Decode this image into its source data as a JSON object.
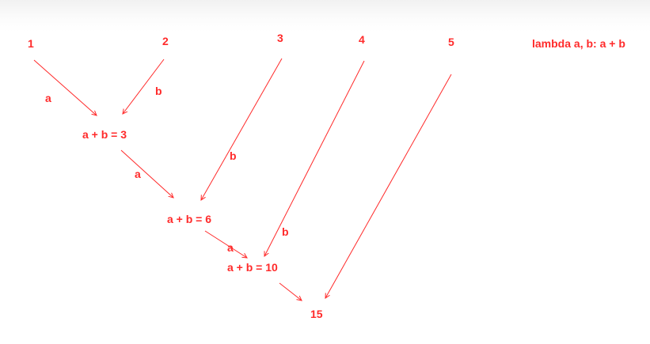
{
  "colors": {
    "ink": "#ff2a2a"
  },
  "inputs": [
    "1",
    "2",
    "3",
    "4",
    "5"
  ],
  "lambda": "lambda a, b: a + b",
  "steps": [
    "a + b = 3",
    "a + b = 6",
    "a + b = 10"
  ],
  "result": "15",
  "edge_labels": {
    "a": "a",
    "b": "b"
  }
}
